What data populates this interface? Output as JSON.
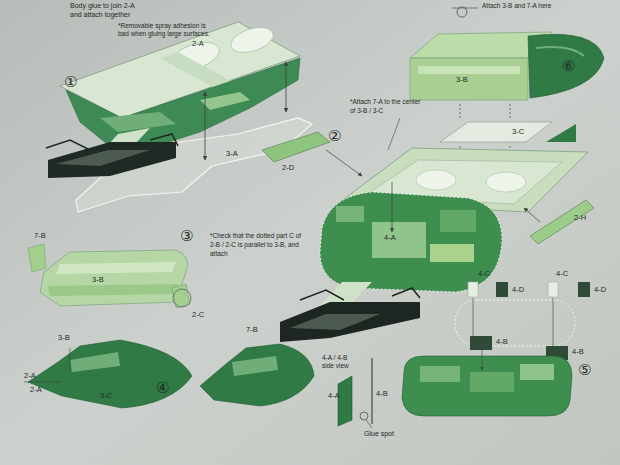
{
  "diagram": {
    "labels": [
      "Body glue to join 2-A",
      "and attach together",
      "*Removable spray adhesion is",
      "bad when gluing large surfaces.",
      "①",
      "2-A",
      "3-A",
      "Attach 3-B and 7-A here",
      "⑥",
      "3-B",
      "3-C",
      "*Attach 7-A to the center",
      "of 3-B / 3-C",
      "②",
      "2-D",
      "4-A",
      "2-H",
      "③",
      "*Check that the dotted part C of",
      "2-B / 2-C is parallel to 3-B, and",
      "attach",
      "7-B",
      "3-B",
      "2-C",
      "3-B",
      "2-A",
      "2-A",
      "3-C",
      "④",
      "7-B",
      "4-A / 4-B",
      "side view",
      "4-A",
      "4-B",
      "Glue spot",
      "4-C",
      "4-D",
      "4-C",
      "4-D",
      "4-B",
      "4-B",
      "⑤"
    ]
  }
}
